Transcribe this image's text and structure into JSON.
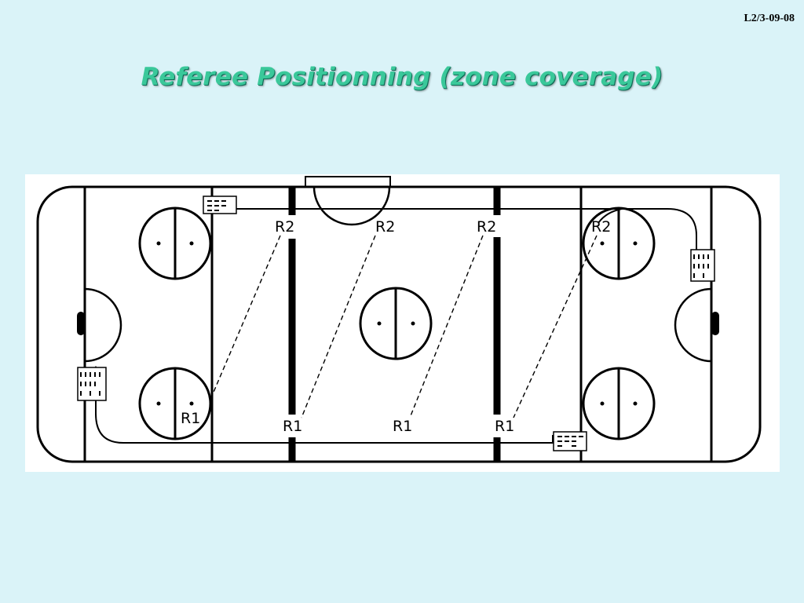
{
  "slide": {
    "code": "L2/3-09-08",
    "title": "Referee Positionning (zone coverage)"
  },
  "diagram": {
    "referee_labels": {
      "r2": "R2",
      "r1": "R1"
    },
    "colors": {
      "background": "#daf3f8",
      "title": "#3ac89a",
      "lines": "#000000",
      "figure": "#ffffff"
    }
  }
}
